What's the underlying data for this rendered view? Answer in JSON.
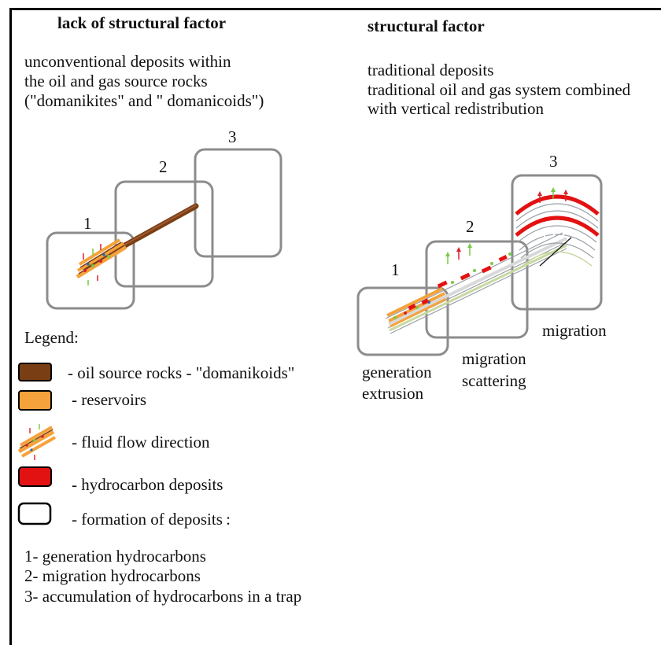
{
  "left_panel": {
    "heading": "lack of structural factor",
    "description": [
      "unconventional deposits within",
      "the oil and gas source rocks",
      "(\"domanikites\" and \" domanicoids\")"
    ],
    "box_numbers": [
      "1",
      "2",
      "3"
    ]
  },
  "right_panel": {
    "heading": "structural factor",
    "description": [
      "traditional deposits",
      "traditional oil and gas system combined",
      "with vertical redistribution"
    ],
    "box_numbers": [
      "1",
      "2",
      "3"
    ],
    "stage_labels": {
      "stage1": [
        "generation",
        "extrusion"
      ],
      "stage2": [
        "migration",
        "scattering"
      ],
      "stage3": "migration"
    }
  },
  "legend": {
    "title": "Legend:",
    "items": [
      {
        "label": "- oil source rocks - \"domanikoids\"",
        "icon": "source-rock-swatch",
        "color": "#7a3e14"
      },
      {
        "label": "- reservoirs",
        "icon": "reservoir-swatch",
        "color": "#f5a23c"
      },
      {
        "label": "- fluid flow direction",
        "icon": "fluid-flow-icon"
      },
      {
        "label": "- hydrocarbon deposits",
        "icon": "hydrocarbon-swatch",
        "color": "#e31212"
      },
      {
        "label": "- formation of deposits :",
        "icon": "formation-box-icon"
      }
    ],
    "stages": [
      "1- generation hydrocarbons",
      "2- migration hydrocarbons",
      "3- accumulation of hydrocarbons in a trap"
    ]
  },
  "colors": {
    "source_rock": "#7a3e14",
    "reservoir": "#f5a23c",
    "deposit": "#e31212",
    "box_border": "#8c8c8c",
    "arrow_green": "#7ac943",
    "arrow_red": "#d8232a"
  }
}
